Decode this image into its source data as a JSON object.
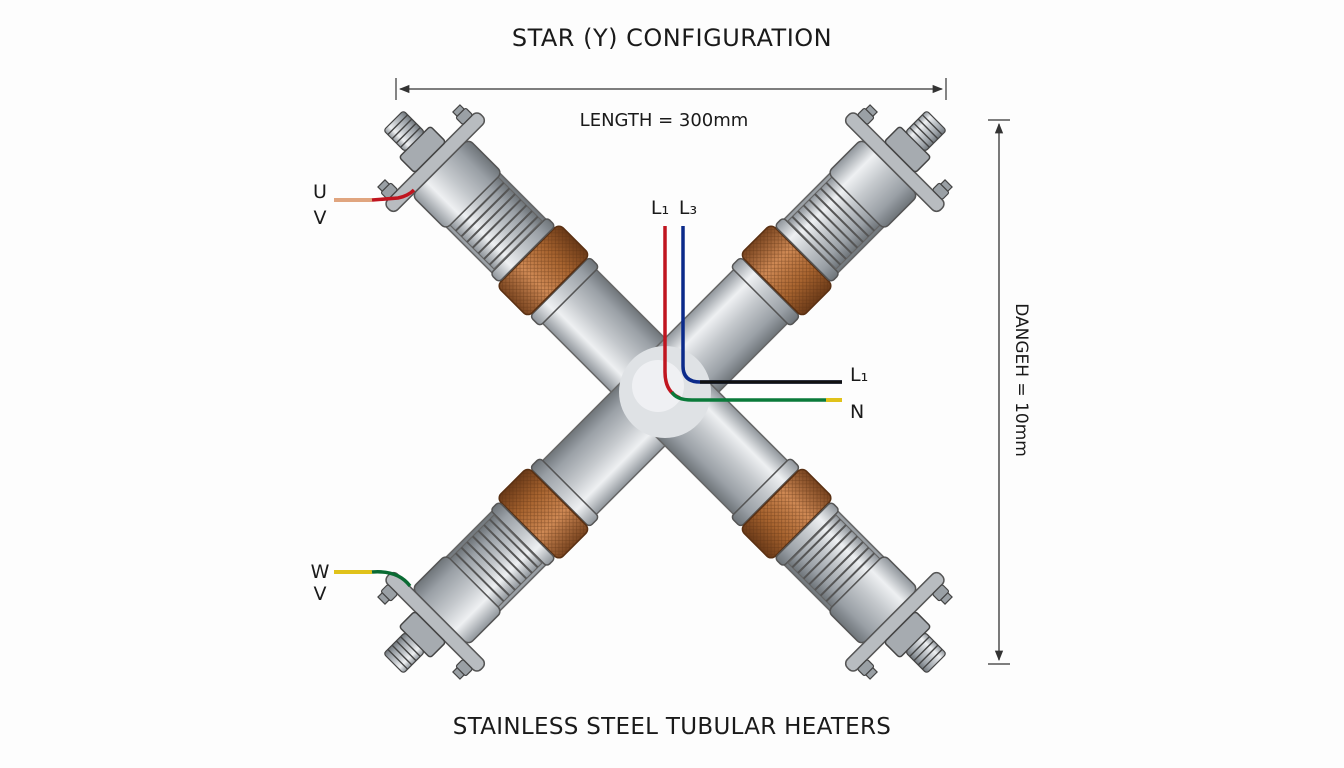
{
  "title": "STAR (Y) CONFIGURATION",
  "footer": "STAINLESS STEEL TUBULAR HEATERS",
  "dimensions": {
    "length_label": "LENGTH = 300mm",
    "vertical_label": "DANGEH = 10mm"
  },
  "terminals": {
    "top_left": [
      "U",
      "V"
    ],
    "bottom_left": [
      "W",
      "V"
    ],
    "center_top": [
      "L₁",
      "L₃"
    ],
    "center_right": [
      "L₁",
      "N"
    ]
  },
  "colors": {
    "steel": "#c9ccd0",
    "sleeve": "#b0703e",
    "wire_red": "#c0151f",
    "wire_blue": "#0b2a8a",
    "wire_black": "#111111",
    "wire_green": "#0a7a3a",
    "wire_yellow": "#e0c21a",
    "wire_tan": "#e0a57f"
  }
}
